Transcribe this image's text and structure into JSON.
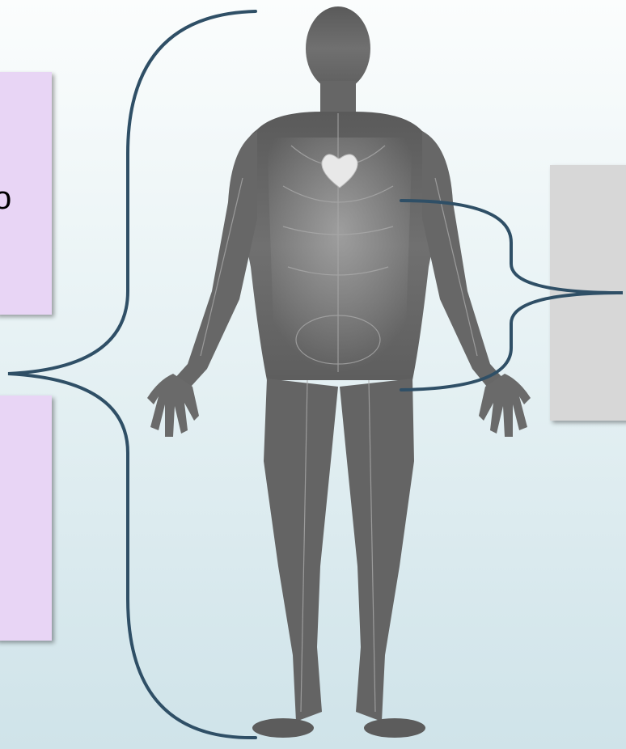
{
  "panels": {
    "top_left_partial_text": "o"
  },
  "colors": {
    "bracket": "#2f4f66",
    "left_box_fill": "#e8d5f5",
    "right_box_fill": "#d7d7d7",
    "body_fill": "#6e6e6e"
  },
  "figure": {
    "subject": "human-body-anatomy-figure",
    "highlighted_organ": "heart"
  }
}
